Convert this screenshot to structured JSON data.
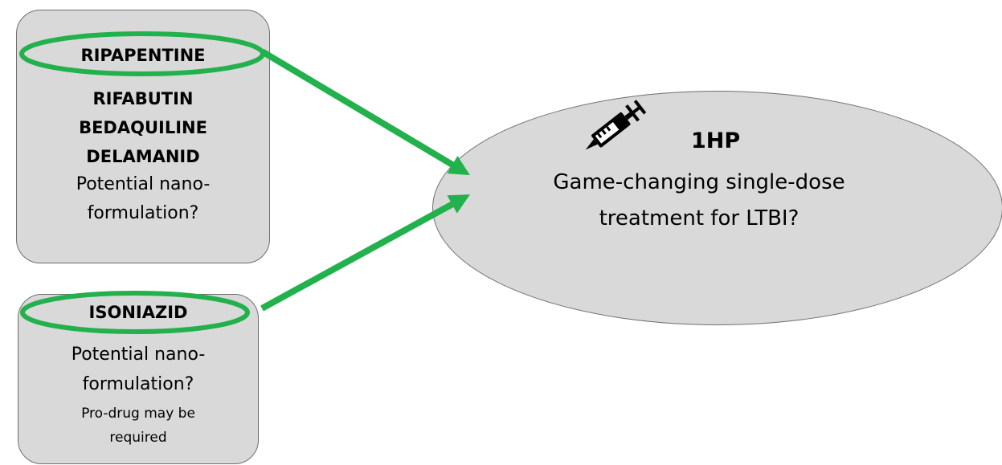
{
  "box1": {
    "highlighted_drug": "RIPAPENTINE",
    "drugs": [
      "RIFABUTIN",
      "BEDAQUILINE",
      "DELAMANID"
    ],
    "note_line1": "Potential nano-",
    "note_line2": "formulation?"
  },
  "box2": {
    "highlighted_drug": "ISONIAZID",
    "note_line1": "Potential nano-",
    "note_line2": "formulation?",
    "small_line1": "Pro-drug may be",
    "small_line2": "required"
  },
  "target": {
    "icon": "syringe-icon",
    "title": "1HP",
    "line1": "Game-changing single-dose",
    "line2": "treatment for LTBI?"
  },
  "colors": {
    "highlight_green": "#22b14c",
    "box_fill": "#d9d9d9",
    "box_border": "#6f6f6f"
  }
}
